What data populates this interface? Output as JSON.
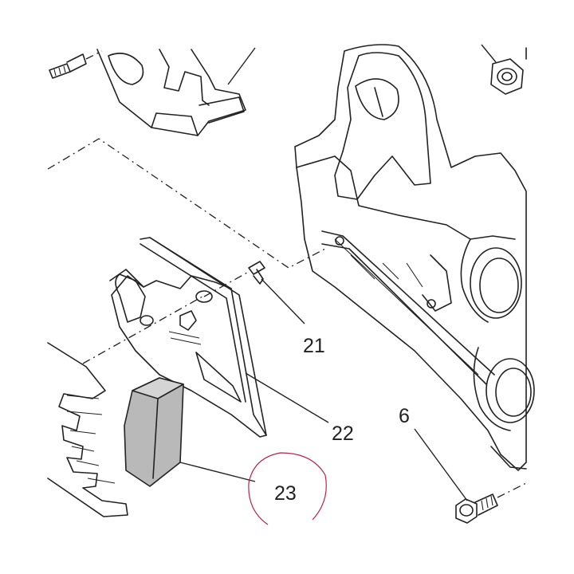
{
  "diagram": {
    "callouts": {
      "c21": "21",
      "c22": "22",
      "c23": "23",
      "c6": "6"
    },
    "colors": {
      "line": "#222222",
      "block_fill": "#b9b9b9",
      "highlight_circle": "#b3264b"
    }
  }
}
